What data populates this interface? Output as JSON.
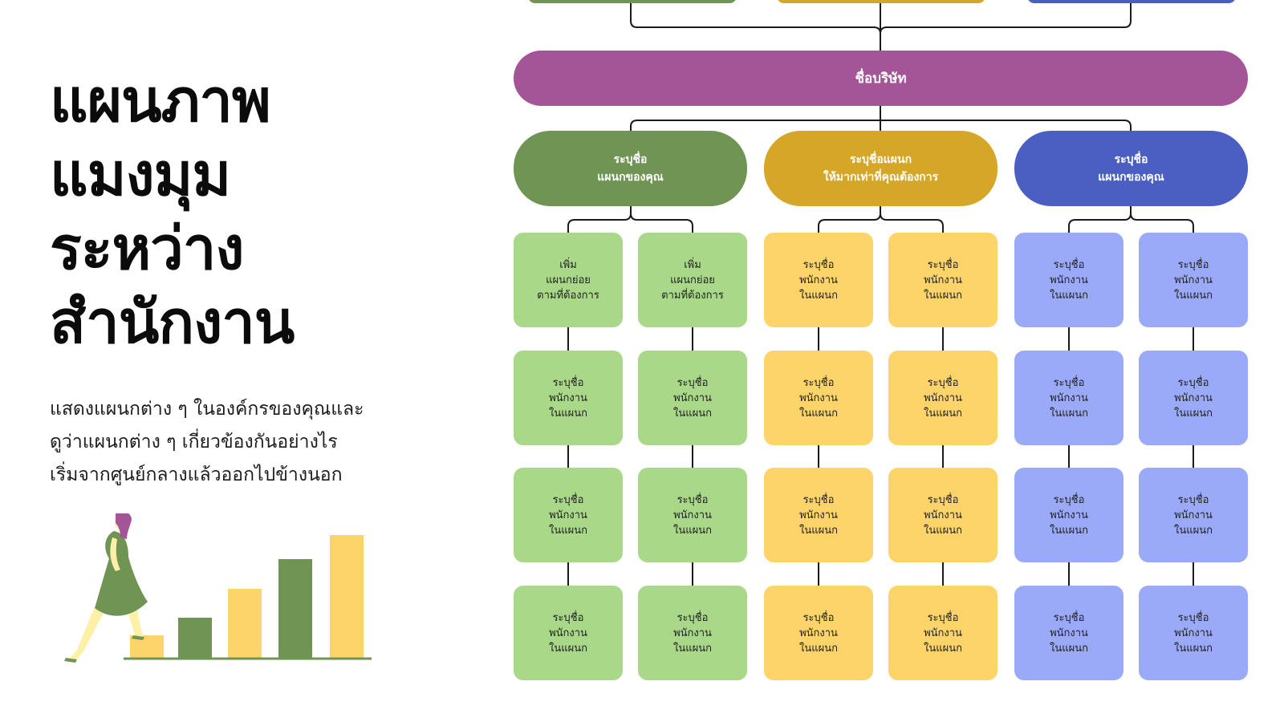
{
  "header": {
    "title_lines": [
      "แผนภาพ",
      "แมงมุม",
      "ระหว่าง",
      "สำนักงาน"
    ],
    "description_lines": [
      "แสดงแผนกต่าง ๆ ในองค์กรของคุณและ",
      "ดูว่าแผนกต่าง ๆ เกี่ยวข้องกันอย่างไร",
      "เริ่มจากศูนย์กลางแล้วออกไปข้างนอก"
    ]
  },
  "colors": {
    "company": "#a45597",
    "green_dept": "#6f9454",
    "green_box": "#a8d888",
    "yellow_dept": "#d6a628",
    "yellow_box": "#fcd46a",
    "blue_dept": "#4a5fc1",
    "blue_box": "#9aaaf8",
    "connector": "#1a1a1a"
  },
  "diagram": {
    "company": "ชื่อบริษัท",
    "departments": [
      {
        "lines": [
          "ระบุชื่อ",
          "แผนกของคุณ"
        ],
        "columns": [
          [
            [
              "เพิ่ม",
              "แผนกย่อย",
              "ตามที่ต้องการ"
            ],
            [
              "ระบุชื่อ",
              "พนักงาน",
              "ในแผนก"
            ],
            [
              "ระบุชื่อ",
              "พนักงาน",
              "ในแผนก"
            ],
            [
              "ระบุชื่อ",
              "พนักงาน",
              "ในแผนก"
            ]
          ],
          [
            [
              "เพิ่ม",
              "แผนกย่อย",
              "ตามที่ต้องการ"
            ],
            [
              "ระบุชื่อ",
              "พนักงาน",
              "ในแผนก"
            ],
            [
              "ระบุชื่อ",
              "พนักงาน",
              "ในแผนก"
            ],
            [
              "ระบุชื่อ",
              "พนักงาน",
              "ในแผนก"
            ]
          ]
        ]
      },
      {
        "lines": [
          "ระบุชื่อแผนก",
          "ให้มากเท่าที่คุณต้องการ"
        ],
        "columns": [
          [
            [
              "ระบุชื่อ",
              "พนักงาน",
              "ในแผนก"
            ],
            [
              "ระบุชื่อ",
              "พนักงาน",
              "ในแผนก"
            ],
            [
              "ระบุชื่อ",
              "พนักงาน",
              "ในแผนก"
            ],
            [
              "ระบุชื่อ",
              "พนักงาน",
              "ในแผนก"
            ]
          ],
          [
            [
              "ระบุชื่อ",
              "พนักงาน",
              "ในแผนก"
            ],
            [
              "ระบุชื่อ",
              "พนักงาน",
              "ในแผนก"
            ],
            [
              "ระบุชื่อ",
              "พนักงาน",
              "ในแผนก"
            ],
            [
              "ระบุชื่อ",
              "พนักงาน",
              "ในแผนก"
            ]
          ]
        ]
      },
      {
        "lines": [
          "ระบุชื่อ",
          "แผนกของคุณ"
        ],
        "columns": [
          [
            [
              "ระบุชื่อ",
              "พนักงาน",
              "ในแผนก"
            ],
            [
              "ระบุชื่อ",
              "พนักงาน",
              "ในแผนก"
            ],
            [
              "ระบุชื่อ",
              "พนักงาน",
              "ในแผนก"
            ],
            [
              "ระบุชื่อ",
              "พนักงาน",
              "ในแผนก"
            ]
          ],
          [
            [
              "ระบุชื่อ",
              "พนักงาน",
              "ในแผนก"
            ],
            [
              "ระบุชื่อ",
              "พนักงาน",
              "ในแผนก"
            ],
            [
              "ระบุชื่อ",
              "พนักงาน",
              "ในแผนก"
            ],
            [
              "ระบุชื่อ",
              "พนักงาน",
              "ในแผนก"
            ]
          ]
        ]
      }
    ]
  }
}
